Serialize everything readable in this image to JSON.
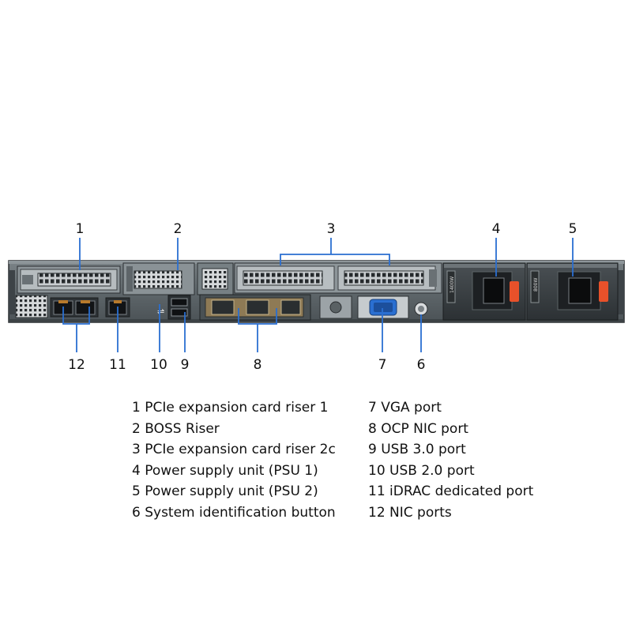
{
  "callouts": {
    "c1": "1",
    "c2": "2",
    "c3": "3",
    "c4": "4",
    "c5": "5",
    "c6": "6",
    "c7": "7",
    "c8": "8",
    "c9": "9",
    "c10": "10",
    "c11": "11",
    "c12": "12"
  },
  "psu_labels": {
    "psu1": "1400W",
    "psu2": "800W"
  },
  "legend_left": [
    "1 PCIe expansion card riser 1",
    "2 BOSS Riser",
    "3 PCIe expansion card riser 2c",
    "4 Power supply unit (PSU 1)",
    "5 Power supply unit (PSU 2)",
    "6 System identification button"
  ],
  "legend_right": [
    "7 VGA port",
    "8 OCP NIC port",
    "9 USB 3.0 port",
    "10 USB 2.0 port",
    "11 iDRAC dedicated port",
    "12 NIC ports"
  ],
  "colors": {
    "chassis": "#5e6569",
    "chassis_dark": "#33383b",
    "psu_handle": "#e8512a",
    "vga_blue": "#2a6fd1",
    "callout_line": "#2a6fd1"
  }
}
